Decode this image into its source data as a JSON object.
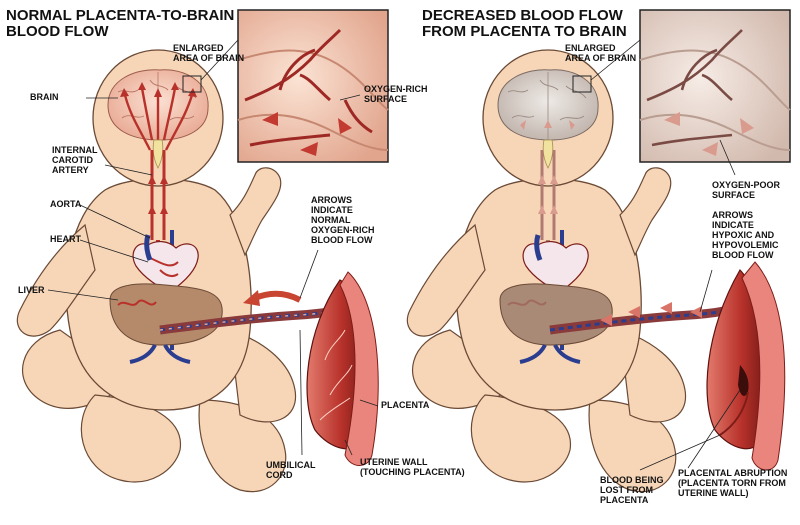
{
  "left_panel": {
    "title": "NORMAL PLACENTA-TO-BRAIN\nBLOOD FLOW",
    "labels": {
      "enlarged": "ENLARGED\nAREA OF BRAIN",
      "brain": "BRAIN",
      "oxygen_rich": "OXYGEN-RICH\nSURFACE",
      "carotid": "INTERNAL\nCAROTID\nARTERY",
      "aorta": "AORTA",
      "heart": "HEART",
      "arrows": "ARROWS\nINDICATE\nNORMAL\nOXYGEN-RICH\nBLOOD FLOW",
      "liver": "LIVER",
      "placenta": "PLACENTA",
      "umbilical": "UMBILICAL\nCORD",
      "uterine": "UTERINE WALL\n(TOUCHING PLACENTA)"
    }
  },
  "right_panel": {
    "title": "DECREASED   BLOOD FLOW\nFROM PLACENTA TO BRAIN",
    "labels": {
      "enlarged": "ENLARGED\nAREA OF BRAIN",
      "oxygen_poor": "OXYGEN-POOR\nSURFACE",
      "arrows": "ARROWS\nINDICATE\nHYPOXIC AND\nHYPOVOLEMIC\nBLOOD FLOW",
      "blood_lost": "BLOOD BEING\nLOST FROM\nPLACENTA",
      "abruption": "PLACENTAL ABRUPTION\n(PLACENTA TORN FROM\nUTERINE WALL)"
    }
  },
  "colors": {
    "skin": "#f7d6b8",
    "skin_outline": "#6b4a36",
    "artery": "#b8322b",
    "vein": "#2b3d8f",
    "brain": "#f3c2b0",
    "brain_gray": "#d9cfc9",
    "liver": "#b58a6b",
    "placenta": "#c7473c"
  }
}
